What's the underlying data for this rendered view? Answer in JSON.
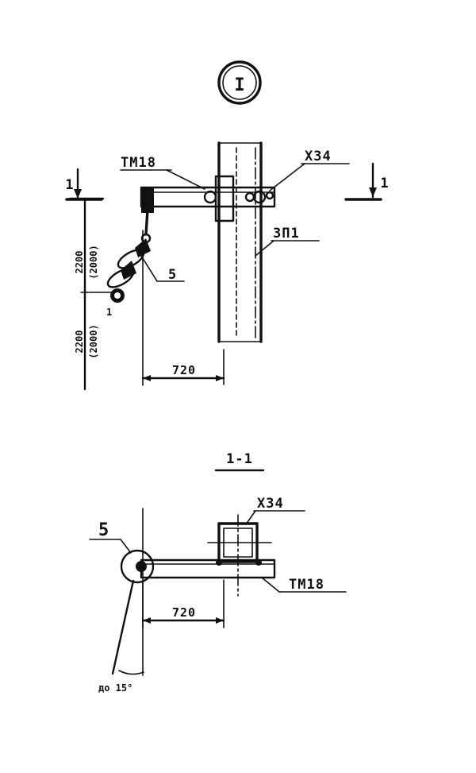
{
  "detail_marker": "I",
  "section_marker_left": "1",
  "section_marker_right": "1",
  "section_title": "1-1",
  "labels": {
    "bracket": "ТМ18",
    "clamp": "Х34",
    "pole": "ЗП1",
    "insulator": "5",
    "small_item": "1",
    "section_bracket": "ТМ18",
    "section_clamp": "Х34",
    "section_insulator": "5"
  },
  "dimensions": {
    "top_offset": "720",
    "upper_vertical": "2200",
    "upper_vertical_alt": "(2000)",
    "lower_vertical": "2200",
    "lower_vertical_alt": "(2000)",
    "section_offset": "720",
    "angle": "до 15°"
  }
}
